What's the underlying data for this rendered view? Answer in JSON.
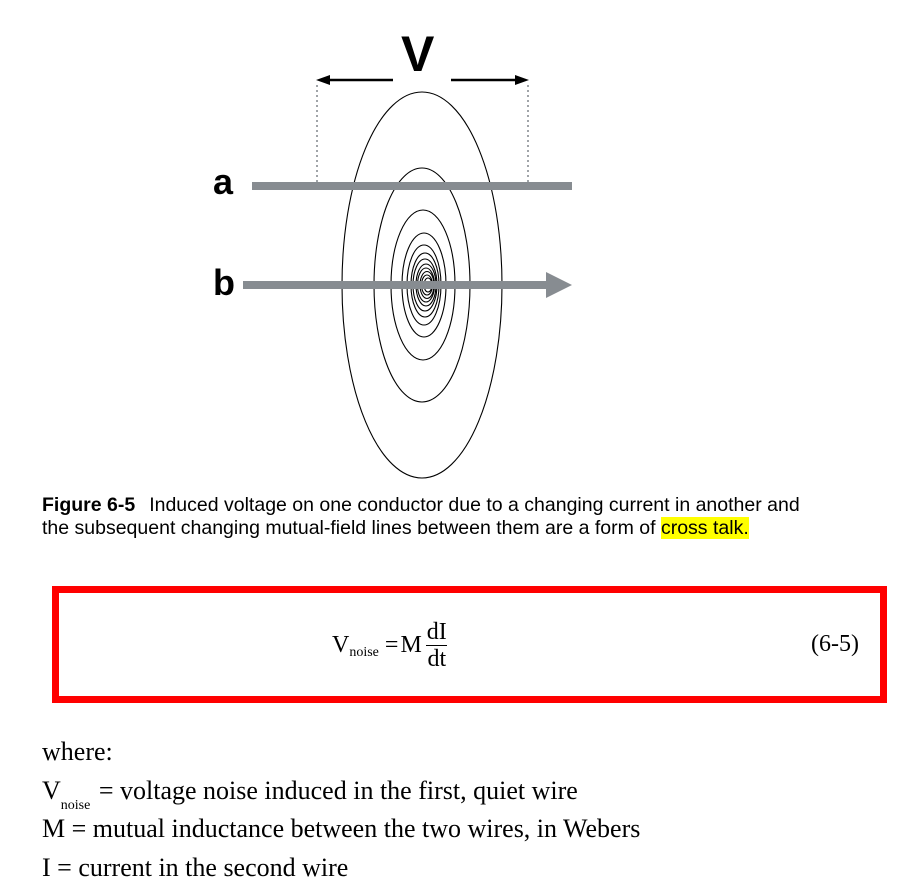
{
  "figure": {
    "labels": {
      "voltage": "V",
      "conductor_a": "a",
      "conductor_b": "b"
    },
    "colors": {
      "conductor": "#878c91",
      "field_lines": "#000000",
      "dotted_guides": "#a0a4a8"
    }
  },
  "caption": {
    "figure_number": "Figure 6-5",
    "text_before_highlight": "Induced voltage on one conductor due to a changing current in another and the subsequent changing mutual-field lines between them are a form of ",
    "highlighted_text": "cross talk.",
    "highlight_color": "#ffff00"
  },
  "equation": {
    "lhs_symbol": "V",
    "lhs_subscript": "noise",
    "equals": "=",
    "coefficient": "M",
    "numerator": "dI",
    "denominator": "dt",
    "number": "(6-5)",
    "box_color": "#ff0000"
  },
  "definitions": {
    "intro": "where:",
    "items": [
      {
        "symbol": "V",
        "subscript": "noise",
        "text": " = voltage noise induced in the first, quiet wire"
      },
      {
        "symbol": "M",
        "subscript": "",
        "text": " = mutual inductance between the two wires, in Webers"
      },
      {
        "symbol": "I",
        "subscript": "",
        "text": " = current in the second wire"
      }
    ]
  }
}
